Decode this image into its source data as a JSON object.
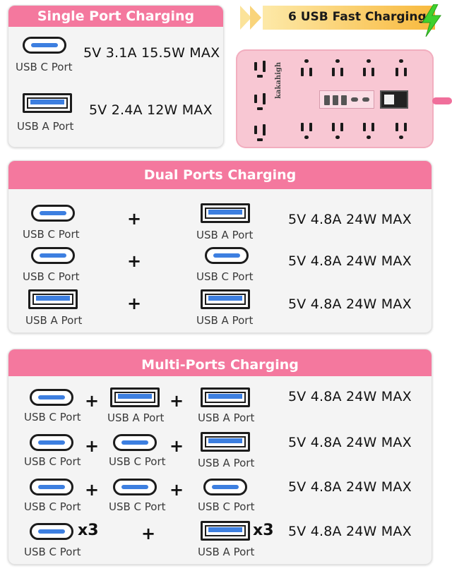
{
  "banner": {
    "text": "6 USB Fast Charging",
    "colors": {
      "left": "#fde9a8",
      "right": "#f8b93d",
      "bolt": "#3fd12e"
    }
  },
  "product": {
    "brand": "kakahigh"
  },
  "ports": {
    "usb_c": "USB C Port",
    "usb_a": "USB A Port"
  },
  "single": {
    "title": "Single Port Charging",
    "rows": [
      {
        "port": "USB C Port",
        "spec": "5V 3.1A 15.5W MAX"
      },
      {
        "port": "USB A Port",
        "spec": "5V 2.4A 12W MAX"
      }
    ]
  },
  "dual": {
    "title": "Dual Ports Charging",
    "plus": "+",
    "rows": [
      {
        "left": "USB C Port",
        "right": "USB A Port",
        "spec": "5V 4.8A 24W MAX"
      },
      {
        "left": "USB C Port",
        "right": "USB C Port",
        "spec": "5V 4.8A 24W MAX"
      },
      {
        "left": "USB A Port",
        "right": "USB A Port",
        "spec": "5V 4.8A 24W MAX"
      }
    ]
  },
  "multi": {
    "title": "Multi-Ports Charging",
    "plus": "+",
    "rows": [
      {
        "ports": [
          "USB C Port",
          "USB A Port",
          "USB A Port"
        ],
        "spec": "5V 4.8A 24W MAX"
      },
      {
        "ports": [
          "USB C Port",
          "USB C Port",
          "USB A Port"
        ],
        "spec": "5V 4.8A 24W MAX"
      },
      {
        "ports": [
          "USB C Port",
          "USB C Port",
          "USB C Port"
        ],
        "spec": "5V 4.8A 24W MAX"
      },
      {
        "ports": [
          "USB C Port",
          "USB A Port"
        ],
        "multiplier": "x3",
        "spec": "5V 4.8A 24W MAX"
      }
    ]
  },
  "colors": {
    "header": "#f4789e",
    "panel": "#f4f4f4",
    "port_accent": "#3d7fe0",
    "strip": "#f8c7d3"
  }
}
